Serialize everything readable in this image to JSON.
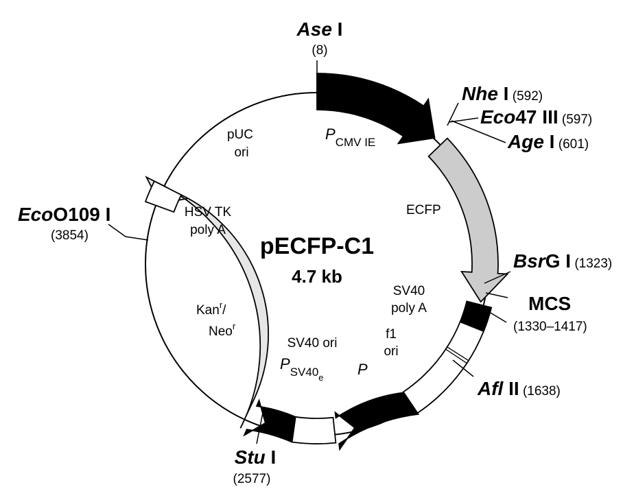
{
  "plasmid": {
    "name": "pECFP-C1",
    "size": "4.7 kb"
  },
  "sites": {
    "ase": {
      "enzyme_it": "Ase",
      "enzyme_rest": " I",
      "pos": "(8)"
    },
    "nhe": {
      "enzyme_it": "Nhe",
      "enzyme_rest": " I",
      "pos": " (592)"
    },
    "eco47": {
      "enzyme_it": "Eco",
      "enzyme_rest": "47 III",
      "pos": " (597)"
    },
    "age": {
      "enzyme_it": "Age",
      "enzyme_rest": " I",
      "pos": " (601)"
    },
    "bsrg": {
      "enzyme_it": "Bsr",
      "enzyme_rest": "G I",
      "pos": " (1323)"
    },
    "mcs": {
      "label": "MCS",
      "pos": "(1330–1417)"
    },
    "afl": {
      "enzyme_it": "Afl",
      "enzyme_rest": " II",
      "pos": " (1638)"
    },
    "stu": {
      "enzyme_it": "Stu",
      "enzyme_rest": " I",
      "pos": "(2577)"
    },
    "eco0109": {
      "enzyme_it": "Eco",
      "enzyme_rest": "O109 I",
      "pos": "(3854)"
    }
  },
  "features": {
    "pcmv": {
      "main": "P",
      "sub": "CMV  IE"
    },
    "ecfp": "ECFP",
    "sv40_polya": [
      "SV40",
      "poly A"
    ],
    "f1_ori": [
      "f1",
      "ori"
    ],
    "p_f1": "P",
    "sv40_ori": "SV40 ori",
    "psv40": {
      "main": "P",
      "sub": "SV40",
      "subsub": "e"
    },
    "kan_neo": {
      "line1": "Kan",
      "sup1": "r",
      "sep": "/",
      "line2": "Neo",
      "sup2": "r"
    },
    "hsv_tk": [
      "HSV TK",
      "poly A"
    ],
    "puc_ori": [
      "pUC",
      "ori"
    ]
  },
  "colors": {
    "black": "#000000",
    "ecfp_fill": "#cccccc",
    "kan_fill": "#e6e6e6",
    "box_fill": "#ffffff"
  }
}
